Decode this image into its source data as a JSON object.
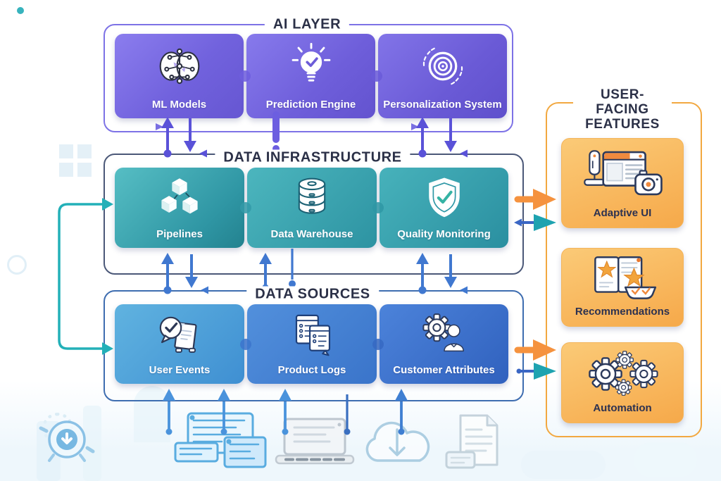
{
  "ai": {
    "title": "AI LAYER",
    "cards": [
      {
        "label": "ML Models",
        "icon": "brain-network-icon"
      },
      {
        "label": "Prediction Engine",
        "icon": "lightbulb-icon"
      },
      {
        "label": "Personalization System",
        "icon": "target-icon"
      }
    ]
  },
  "infra": {
    "title": "DATA INFRASTRUCTURE",
    "cards": [
      {
        "label": "Pipelines",
        "icon": "cubes-icon"
      },
      {
        "label": "Data Warehouse",
        "icon": "database-icon"
      },
      {
        "label": "Quality Monitoring",
        "icon": "shield-check-icon"
      }
    ]
  },
  "sources": {
    "title": "DATA SOURCES",
    "cards": [
      {
        "label": "User Events",
        "icon": "chat-check-icon"
      },
      {
        "label": "Product Logs",
        "icon": "logs-icon"
      },
      {
        "label": "Customer Attributes",
        "icon": "gear-person-icon"
      }
    ]
  },
  "panel": {
    "title1": "USER-FACING",
    "title2": "FEATURES",
    "cards": [
      {
        "label": "Adaptive UI",
        "icon": "browser-camera-icon"
      },
      {
        "label": "Recommendations",
        "icon": "stars-pages-icon"
      },
      {
        "label": "Automation",
        "icon": "gears-icon"
      }
    ]
  },
  "colors": {
    "purple": "#6e5edb",
    "teal": "#2f98a6",
    "blue": "#3f7fd2",
    "orange_card": "#f6a94a",
    "navy_text": "#2b3047",
    "arrow_purple": "#5a52d8",
    "arrow_blue": "#4078d0",
    "arrow_lightblue": "#4a93dc",
    "arrow_teal": "#23b0b8",
    "arrow_orange": "#f5923e"
  }
}
